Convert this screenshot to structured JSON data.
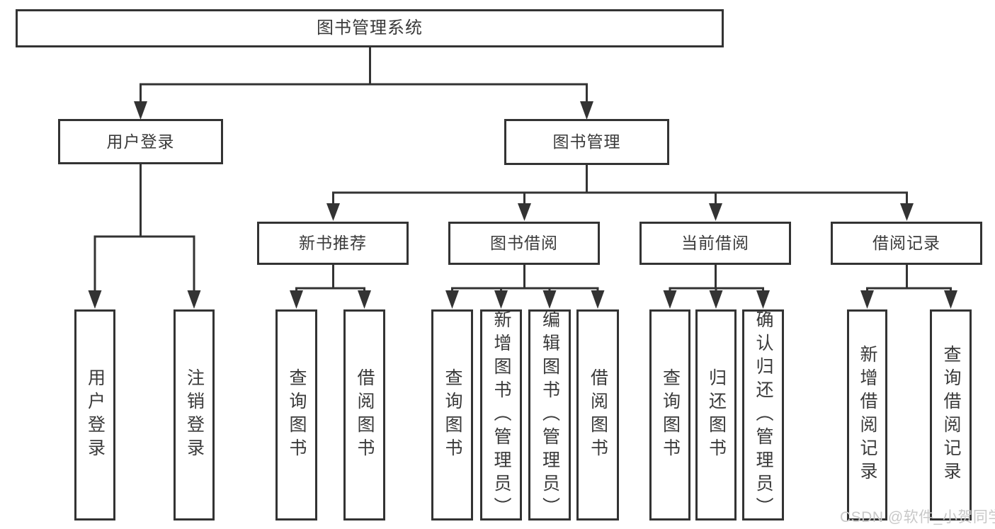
{
  "diagram": {
    "root": {
      "label": "图书管理系统"
    },
    "login": {
      "label": "用户登录",
      "children": [
        {
          "label": "用户登录"
        },
        {
          "label": "注销登录"
        }
      ]
    },
    "management": {
      "label": "图书管理",
      "sections": [
        {
          "label": "新书推荐",
          "children": [
            {
              "label": "查询图书"
            },
            {
              "label": "借阅图书"
            }
          ]
        },
        {
          "label": "图书借阅",
          "children": [
            {
              "label": "查询图书"
            },
            {
              "label": "新增图书（管理员）"
            },
            {
              "label": "编辑图书（管理员）"
            },
            {
              "label": "借阅图书"
            }
          ]
        },
        {
          "label": "当前借阅",
          "children": [
            {
              "label": "查询图书"
            },
            {
              "label": "归还图书"
            },
            {
              "label": "确认归还（管理员）"
            }
          ]
        },
        {
          "label": "借阅记录",
          "children": [
            {
              "label": "新增借阅记录"
            },
            {
              "label": "查询借阅记录"
            }
          ]
        }
      ]
    }
  },
  "watermark": {
    "text": "CSDN @软件_小贺同学"
  },
  "colors": {
    "line": "#333333",
    "text": "#3a3a3a",
    "background": "#ffffff",
    "watermark": "#c8c8c8"
  }
}
